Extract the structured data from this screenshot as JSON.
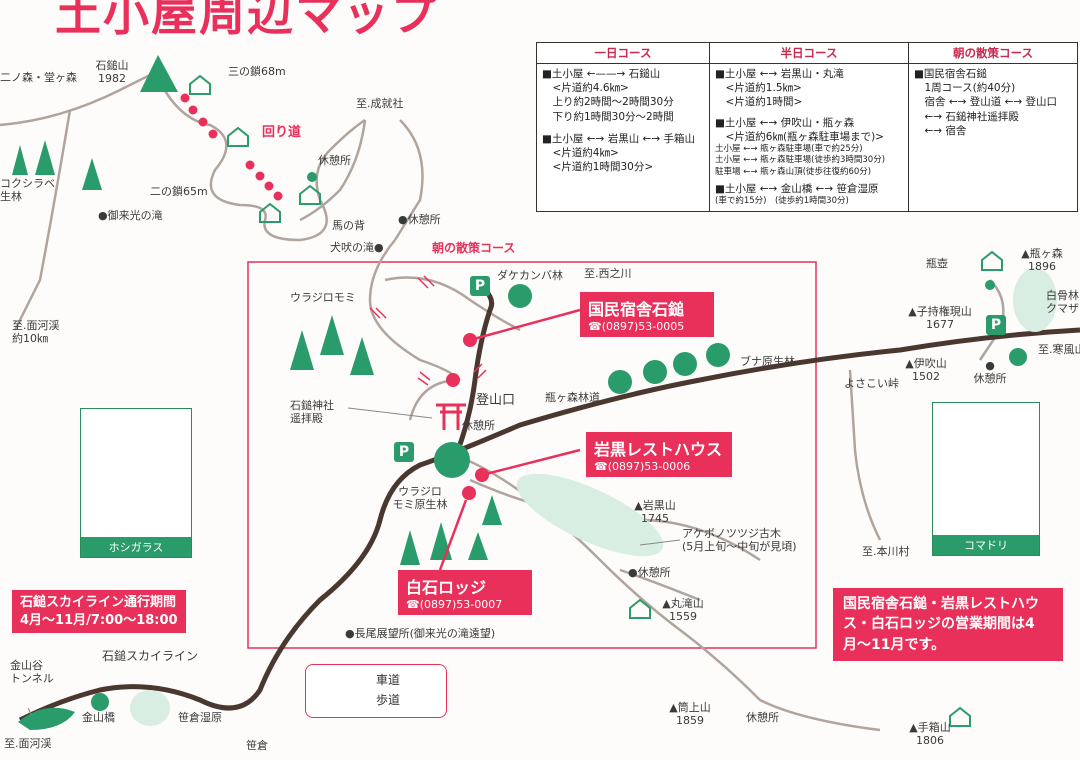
{
  "title": "土小屋周辺マップ",
  "colors": {
    "accent": "#e8305a",
    "green": "#2a9b6a",
    "road": "#4a3830",
    "trail": "#b0a49c"
  },
  "courses": {
    "one_day": {
      "head": "一日コース",
      "lines": [
        "■土小屋 ←——→ 石鎚山",
        "　<片道約4.6㎞>",
        "　上り約2時間〜2時間30分",
        "　下り約1時間30分〜2時間",
        "",
        "■土小屋 ←→ 岩黒山 ←→ 手箱山",
        "　<片道約4㎞>",
        "　<片道約1時間30分>"
      ]
    },
    "half_day": {
      "head": "半日コース",
      "lines": [
        "■土小屋 ←→ 岩黒山・丸滝",
        "　<片道約1.5㎞>",
        "　<片道約1時間>",
        "",
        "■土小屋 ←→ 伊吹山・瓶ヶ森",
        "　<片道約6㎞(瓶ヶ森駐車場まで)>"
      ],
      "small_lines": [
        "土小屋 ←→ 瓶ヶ森駐車場(車で約25分)",
        "土小屋 ←→ 瓶ヶ森駐車場(徒歩約3時間30分)",
        "駐車場 ←→ 瓶ヶ森山頂(徒歩往復約60分)"
      ],
      "last_line": "■土小屋 ←→ 金山橋 ←→ 笹倉湿原",
      "last_small": "(車で約15分)　(徒歩約1時間30分)"
    },
    "morning": {
      "head": "朝の散策コース",
      "lines": [
        "■国民宿舎石鎚",
        "　1周コース(約40分)",
        "　宿舎 ←→ 登山道 ←→ 登山口",
        "　←→ 石鎚神社遥拝殿",
        "　←→ 宿舎"
      ]
    }
  },
  "callouts": {
    "kokumin": {
      "name": "国民宿舎石鎚",
      "tel": "☎(0897)53-0005"
    },
    "iwaguro": {
      "name": "岩黒レストハウス",
      "tel": "☎(0897)53-0006"
    },
    "shiraishi": {
      "name": "白石ロッジ",
      "tel": "☎(0897)53-0007"
    }
  },
  "skyline": {
    "line1": "石鎚スカイライン通行期間",
    "line2": "4月〜11月/7:00〜18:00"
  },
  "notice": "国民宿舎石鎚・岩黒レストハウス・白石ロッジの営業期間は4月〜11月です。",
  "birds": {
    "left": "ホシガラス",
    "right": "コマドリ"
  },
  "legend": {
    "road": "車道",
    "trail": "歩道"
  },
  "labels": {
    "ishizuchi": "石鎚山\n1982",
    "ninomori": "二ノ森・堂ヶ森",
    "sannokusari": "三の鎖68m",
    "ninokusari": "二の鎖65m",
    "mawarimichi": "回り道",
    "kokushirabe": "コクシラベ\n生林",
    "raikou": "●御来光の滝",
    "omogo": "至.面河渓\n約10㎞",
    "jobutsu": "至.成就社",
    "kyukeijo1": "休憩所",
    "umanose": "馬の背",
    "kyukeijo2": "●休憩所",
    "inubue": "犬吠の滝●",
    "asa": "朝の散策コース",
    "dakekanba": "ダケカンバ林",
    "nishinokawa": "至.西之川",
    "urajiro1": "ウラジロモミ",
    "tozanguchi": "登山口",
    "jinja": "石鎚神社\n遥拝殿",
    "kyukeijo3": "休憩所",
    "kamegamori_rindo": "瓶ヶ森林道",
    "buna": "ブナ原生林",
    "urajiro2": "ウラジロ\nモミ原生林",
    "iwaguroyama": "▲岩黒山\n1745",
    "akebono": "アケボノツツジ古木\n(5月上旬〜中旬が見頃)",
    "kyukeijo4": "●休憩所",
    "marutaki": "▲丸滝山\n1559",
    "nagao": "●長尾展望所(御来光の滝遠望)",
    "kanayamadani": "金山谷\nトンネル",
    "skyline_road": "石鎚スカイライン",
    "kanayamabashi": "金山橋",
    "sasakura_shitsugen": "笹倉湿原",
    "omogo2": "至.面河渓",
    "sasakura": "笹倉",
    "tsutsujo": "▲筒上山\n1859",
    "kyukeijo5": "休憩所",
    "tebako": "▲手箱山\n1806",
    "kamegamori": "▲瓶ヶ森\n1896",
    "kametsubo": "瓶壺",
    "komochi": "▲子持権現山\n1677",
    "shirahone": "白骨林\nクマザ",
    "kanpuzan": "至.寒風山",
    "ibuki": "▲伊吹山\n1502",
    "yosakoi": "よさこい峠",
    "kyukeijo6": "●\n休憩所",
    "honkawa": "至.本川村"
  }
}
